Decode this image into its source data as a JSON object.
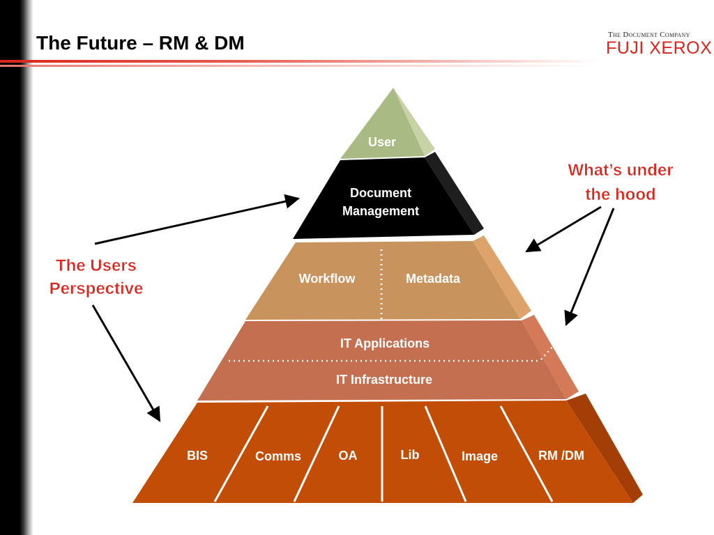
{
  "slide": {
    "title": "The Future – RM & DM"
  },
  "logo": {
    "tagline": "The Document Company",
    "wordmark": "FUJI XEROX"
  },
  "pyramid": {
    "user": "User",
    "document_management": [
      "Document",
      "Management"
    ],
    "workflow": "Workflow",
    "metadata": "Metadata",
    "it_applications": "IT Applications",
    "it_infrastructure": "IT Infrastructure",
    "base_segments": [
      "BIS",
      "Comms",
      "OA",
      "Lib",
      "Image",
      "RM /DM"
    ]
  },
  "callouts": {
    "users_perspective": [
      "The Users",
      "Perspective"
    ],
    "under_the_hood": [
      "What’s under",
      "the hood"
    ]
  },
  "colors": {
    "title_rule": "#d9251c",
    "callout_text": "#d9251c",
    "tier_user": "#a9ba84",
    "tier_document_management": "#000000",
    "tier_workflow_metadata": "#c8935c",
    "tier_it": "#c47050",
    "tier_base": "#c24d06",
    "pyramid_text": "#ffffff"
  }
}
